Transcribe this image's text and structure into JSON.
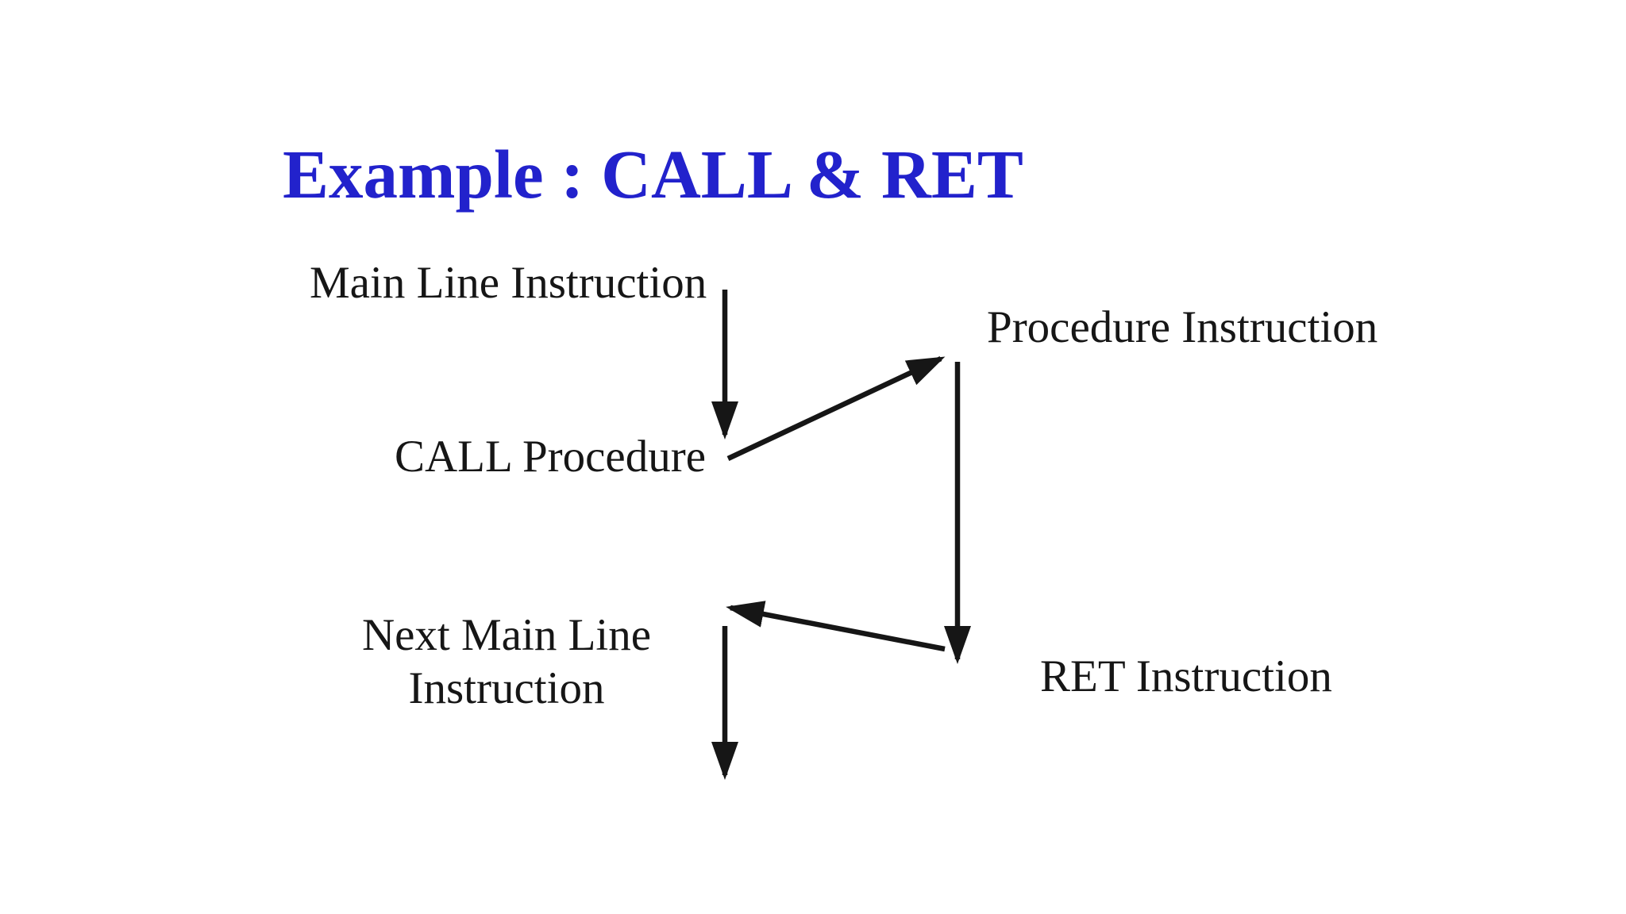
{
  "slide": {
    "title": "Example : CALL & RET"
  },
  "diagram": {
    "labels": {
      "main_line": "Main Line Instruction",
      "call": "CALL Procedure",
      "procedure": "Procedure Instruction",
      "next_main_line": "Next Main Line\nInstruction",
      "ret": "RET Instruction"
    },
    "edges": [
      {
        "name": "main-line-to-call",
        "from": "Main Line Instruction",
        "to": "CALL Procedure",
        "direction": "down"
      },
      {
        "name": "call-to-procedure",
        "from": "CALL Procedure",
        "to": "Procedure Instruction",
        "direction": "up-right"
      },
      {
        "name": "procedure-to-ret",
        "from": "Procedure Instruction",
        "to": "RET Instruction",
        "direction": "down"
      },
      {
        "name": "ret-to-next-main-line",
        "from": "RET Instruction",
        "to": "Next Main Line Instruction",
        "direction": "up-left"
      },
      {
        "name": "next-main-line-continuation",
        "from": "Next Main Line Instruction",
        "to": "",
        "direction": "down"
      }
    ]
  },
  "colors": {
    "background": "#ffffff",
    "ink": "#161616",
    "title_blue": "#2222cc"
  }
}
